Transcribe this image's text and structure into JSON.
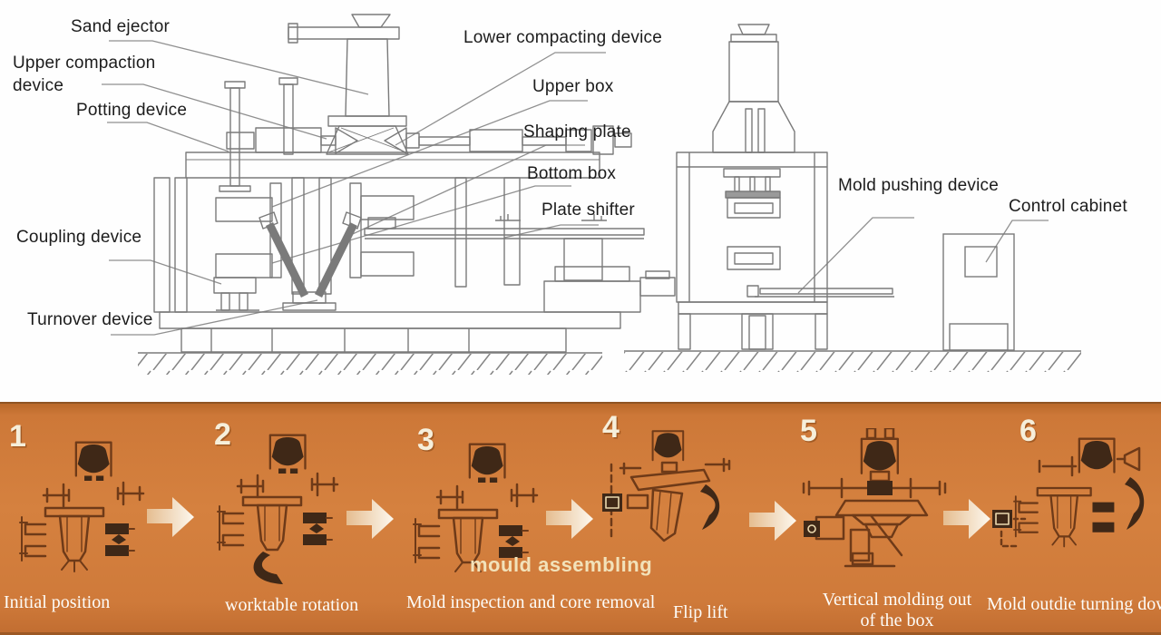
{
  "machine_diagram": {
    "labels": [
      {
        "id": "sand-ejector",
        "text": "Sand ejector"
      },
      {
        "id": "upper-compaction-device",
        "text": "Upper compaction device"
      },
      {
        "id": "potting-device",
        "text": "Potting device"
      },
      {
        "id": "coupling-device",
        "text": "Coupling device"
      },
      {
        "id": "turnover-device",
        "text": "Turnover device"
      },
      {
        "id": "lower-compacting-device",
        "text": "Lower compacting device"
      },
      {
        "id": "upper-box",
        "text": "Upper box"
      },
      {
        "id": "shaping-plate",
        "text": "Shaping plate"
      },
      {
        "id": "bottom-box",
        "text": "Bottom box"
      },
      {
        "id": "plate-shifter",
        "text": "Plate shifter"
      },
      {
        "id": "mold-pushing-device",
        "text": "Mold pushing device"
      },
      {
        "id": "control-cabinet",
        "text": "Control cabinet"
      }
    ]
  },
  "process_flow": {
    "annotation": "mould assembling",
    "steps": [
      {
        "number": "1",
        "caption": "Initial position"
      },
      {
        "number": "2",
        "caption": "worktable rotation"
      },
      {
        "number": "3",
        "caption": "Mold inspection and core removal"
      },
      {
        "number": "4",
        "caption": "Flip lift"
      },
      {
        "number": "5",
        "caption": "Vertical molding out of the box"
      },
      {
        "number": "6",
        "caption": "Mold out",
        "caption_2": "die turning down"
      }
    ]
  },
  "colors": {
    "band_orange": "#d5813f",
    "drawing_line": "#7a7a7a",
    "icon_dark": "#3f2817",
    "icon_brown": "#6e3a18",
    "cream_text": "#f6efdb"
  }
}
